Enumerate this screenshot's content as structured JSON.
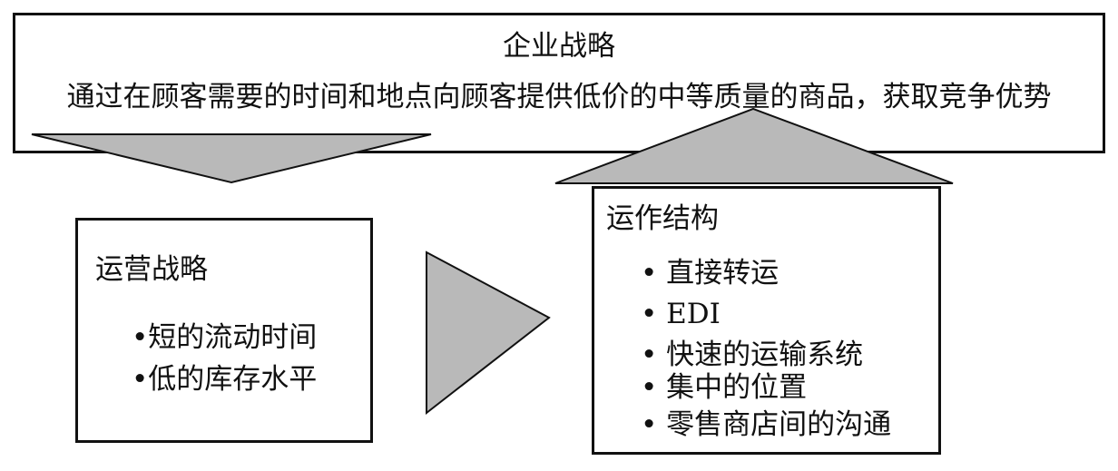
{
  "corporate_strategy": {
    "title": "企业战略",
    "description": "通过在顾客需要的时间和地点向顾客提供低价的中等质量的商品，获取竞争优势"
  },
  "operations_strategy": {
    "title": "运营战略",
    "items": [
      "•短的流动时间",
      "•低的库存水平"
    ]
  },
  "operating_structure": {
    "title": "运作结构",
    "items": [
      "• 直接转运",
      "• EDI",
      "• 快速的运输系统",
      "• 集中的位置",
      "• 零售商店间的沟通"
    ]
  },
  "colors": {
    "arrow_fill": "#b9b9b9",
    "border": "#111111"
  }
}
